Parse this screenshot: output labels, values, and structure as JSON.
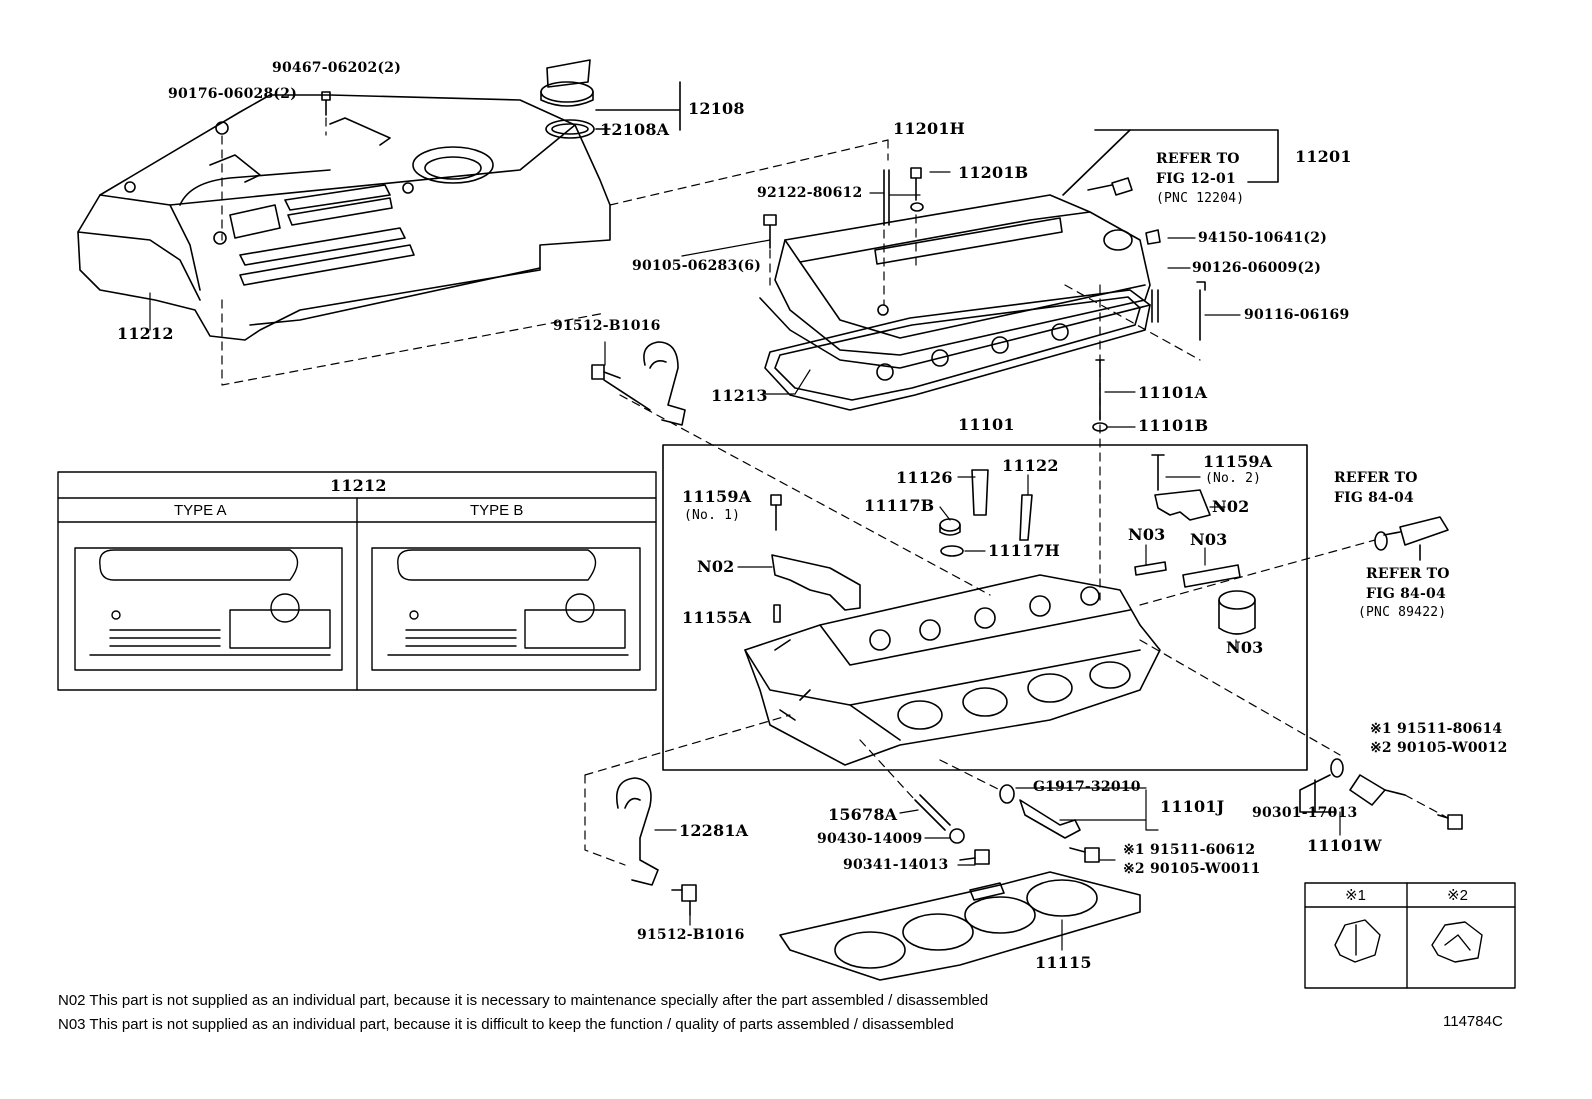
{
  "figure_id": "114784C",
  "labels": {
    "p90467": "90467-06202(2)",
    "p90176": "90176-06028(2)",
    "p12108": "12108",
    "p12108A": "12108A",
    "p11212": "11212",
    "p11201H": "11201H",
    "p11201B": "11201B",
    "p92122": "92122-80612",
    "p90105_06283": "90105-06283(6)",
    "refer1_a": "REFER TO",
    "refer1_b": "FIG 12-01",
    "refer1_c": "(PNC 12204)",
    "p11201": "11201",
    "p94150": "94150-10641(2)",
    "p90126": "90126-06009(2)",
    "p90116": "90116-06169",
    "p91512_top": "91512-B1016",
    "p11213": "11213",
    "p11101A": "11101A",
    "p11101B": "11101B",
    "p11101": "11101",
    "p11126": "11126",
    "p11122": "11122",
    "p11159A_2": "11159A",
    "no2": "(No. 2)",
    "p11117B": "11117B",
    "p11117H": "11117H",
    "p11159A_1": "11159A",
    "no1": "(No. 1)",
    "pN02_right": "N02",
    "pN02_left": "N02",
    "pN03_a": "N03",
    "pN03_b": "N03",
    "pN03_c": "N03",
    "p11155A": "11155A",
    "refer2_a": "REFER TO",
    "refer2_b": "FIG 84-04",
    "refer3_a": "REFER TO",
    "refer3_b": "FIG 84-04",
    "refer3_c": "(PNC 89422)",
    "m1_91511_80614": "※1 91511-80614",
    "m2_90105_W0012": "※2 90105-W0012",
    "pG1917": "G1917-32010",
    "p11101J": "11101J",
    "p15678A": "15678A",
    "p90430": "90430-14009",
    "p90341": "90341-14013",
    "m1_91511_60612": "※1 91511-60612",
    "m2_90105_W0011": "※2 90105-W0011",
    "p90301": "90301-17013",
    "p11101W": "11101W",
    "p12281A": "12281A",
    "p91512_bot": "91512-B1016",
    "p11115": "11115"
  },
  "type_box": {
    "title": "11212",
    "col_a": "TYPE A",
    "col_b": "TYPE B"
  },
  "mark_box": {
    "col1": "※1",
    "col2": "※2"
  },
  "notes": [
    "N02  This part is not supplied as an individual part, because it is necessary to maintenance specially after the part assembled / disassembled",
    "N03  This part is not supplied as an individual part, because it is difficult to keep the function / quality of parts  assembled / disassembled"
  ]
}
